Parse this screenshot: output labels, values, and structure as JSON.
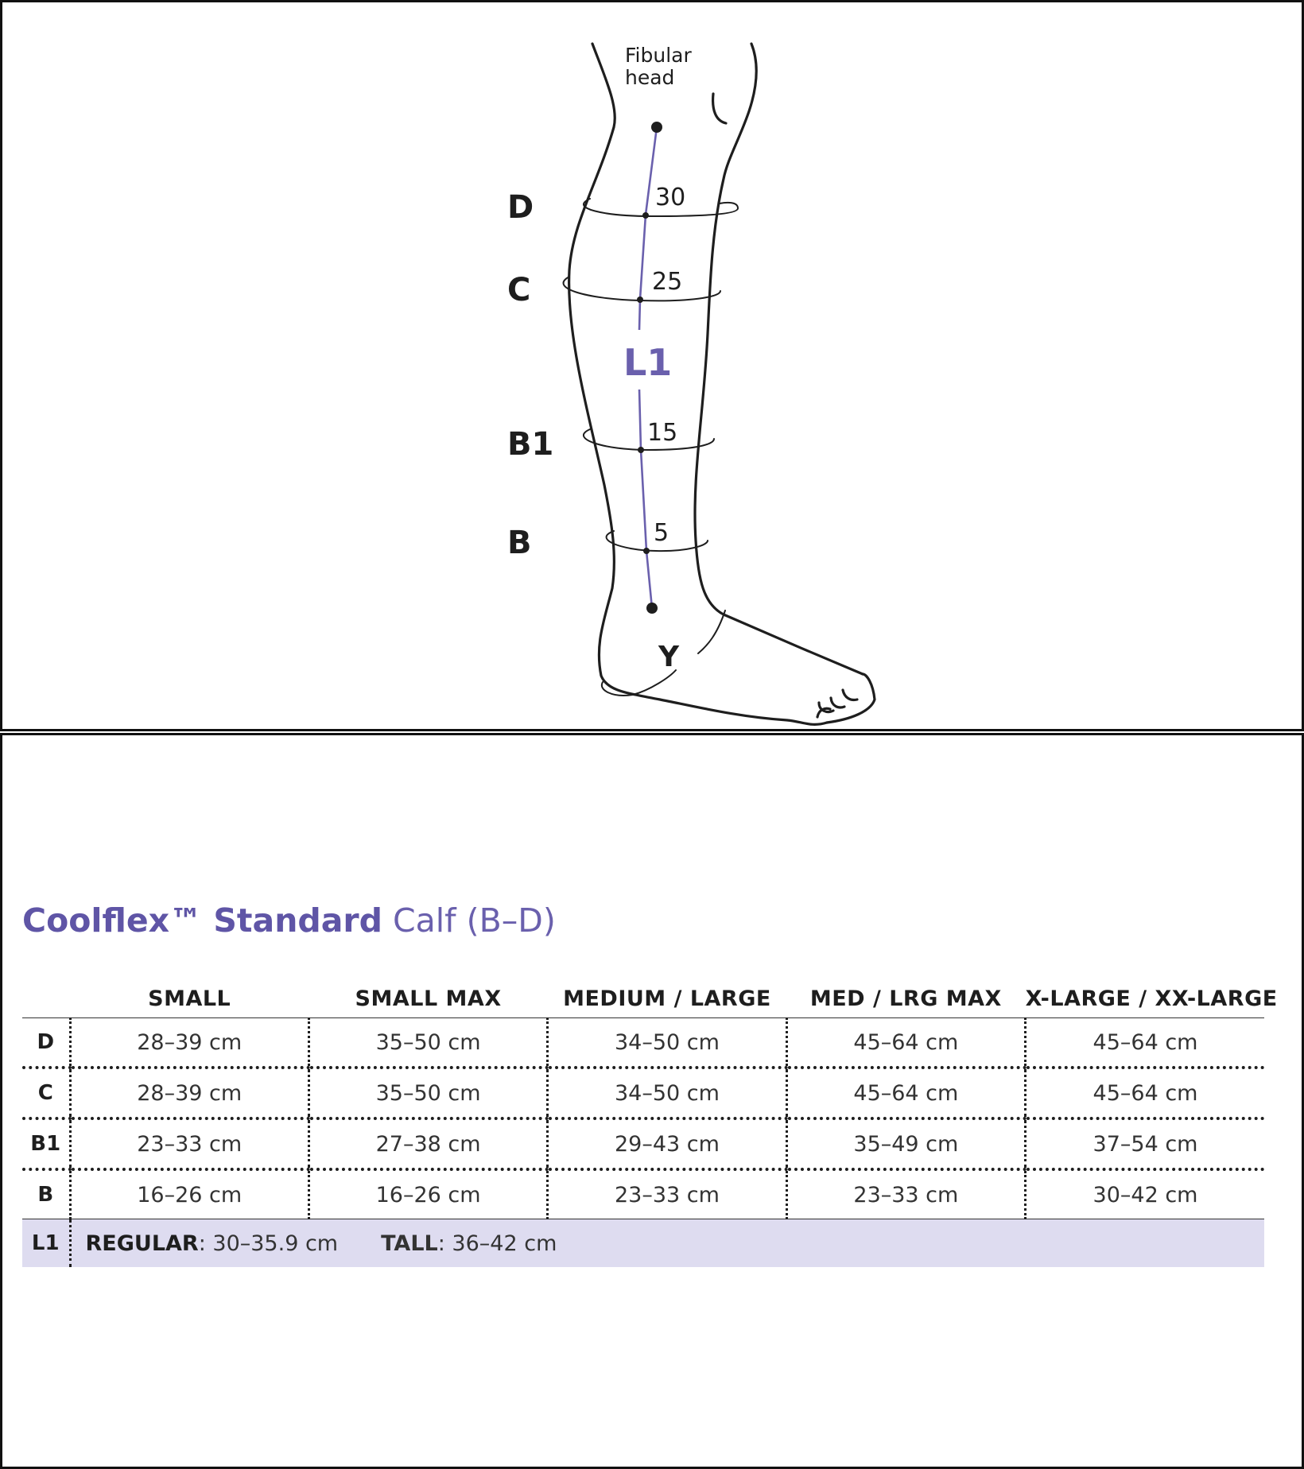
{
  "diagram": {
    "fibular_label_line1": "Fibular",
    "fibular_label_line2": "head",
    "levels": {
      "D": {
        "label": "D",
        "cm": "30"
      },
      "C": {
        "label": "C",
        "cm": "25"
      },
      "B1": {
        "label": "B1",
        "cm": "15"
      },
      "B": {
        "label": "B",
        "cm": "5"
      },
      "Y": {
        "label": "Y"
      }
    },
    "length_label": "L1"
  },
  "title": {
    "brand": "Coolflex™ Standard",
    "product": "Calf (B–D)"
  },
  "table": {
    "columns": [
      "SMALL",
      "SMALL MAX",
      "MEDIUM / LARGE",
      "MED / LRG MAX",
      "X-LARGE / XX-LARGE"
    ],
    "rows": [
      {
        "label": "D",
        "values": [
          "28–39 cm",
          "35–50 cm",
          "34–50 cm",
          "45–64 cm",
          "45–64 cm"
        ]
      },
      {
        "label": "C",
        "values": [
          "28–39 cm",
          "35–50 cm",
          "34–50 cm",
          "45–64 cm",
          "45–64 cm"
        ]
      },
      {
        "label": "B1",
        "values": [
          "23–33 cm",
          "27–38 cm",
          "29–43 cm",
          "35–49 cm",
          "37–54 cm"
        ]
      },
      {
        "label": "B",
        "values": [
          "16–26 cm",
          "16–26 cm",
          "23–33 cm",
          "23–33 cm",
          "30–42 cm"
        ]
      }
    ],
    "l1": {
      "label": "L1",
      "regular_label": "REGULAR",
      "regular_value": ": 30–35.9 cm",
      "tall_label": "TALL",
      "tall_value": ": 36–42 cm"
    }
  },
  "colors": {
    "accent": "#6a60ad",
    "l1_band": "#dedcf0",
    "ink": "#1e1e1e"
  }
}
